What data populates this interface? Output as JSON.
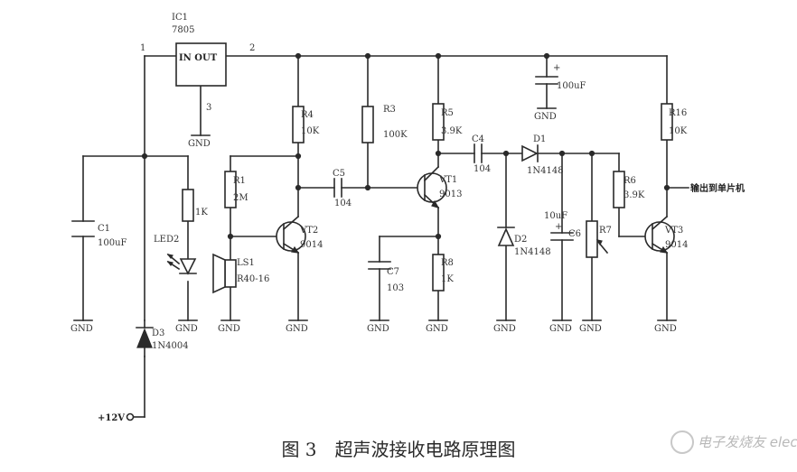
{
  "labels": {
    "ic1": "IC1",
    "ic1_model": "7805",
    "ic1_pins": "IN OUT",
    "pin1": "1",
    "pin2": "2",
    "pin3": "3",
    "c1": "C1",
    "c1_val": "100uF",
    "led2": "LED2",
    "r_led": "1K",
    "d3": "D3",
    "d3_val": "1N4004",
    "supply": "+12V",
    "r1": "R1",
    "r1_val": "2M",
    "ls1": "LS1",
    "ls1_val": "R40-16",
    "r4": "R4",
    "r4_val": "10K",
    "vt2": "VT2",
    "vt2_val": "9014",
    "c5": "C5",
    "c5_val": "104",
    "r3": "R3",
    "r3_val": "100K",
    "r5": "R5",
    "r5_val": "3.9K",
    "vt1": "VT1",
    "vt1_val": "9013",
    "r8": "R8",
    "r8_val": "1K",
    "c7": "C7",
    "c7_val": "103",
    "c4": "C4",
    "c4_val": "104",
    "d1": "D1",
    "d1_val": "1N4148",
    "d2": "D2",
    "d2_val": "1N4148",
    "c_top_val": "100uF",
    "c6": "C6",
    "c6_val": "10uF",
    "r7": "R7",
    "r6": "R6",
    "r6_val": "3.9K",
    "r16": "R16",
    "r16_val": "10K",
    "vt3": "VT3",
    "vt3_val": "9014",
    "output": "输出到单片机",
    "gnd": "GND",
    "plus": "+"
  },
  "caption": "图 3　超声波接收电路原理图",
  "watermark": "电子发烧友 elecfans.com"
}
